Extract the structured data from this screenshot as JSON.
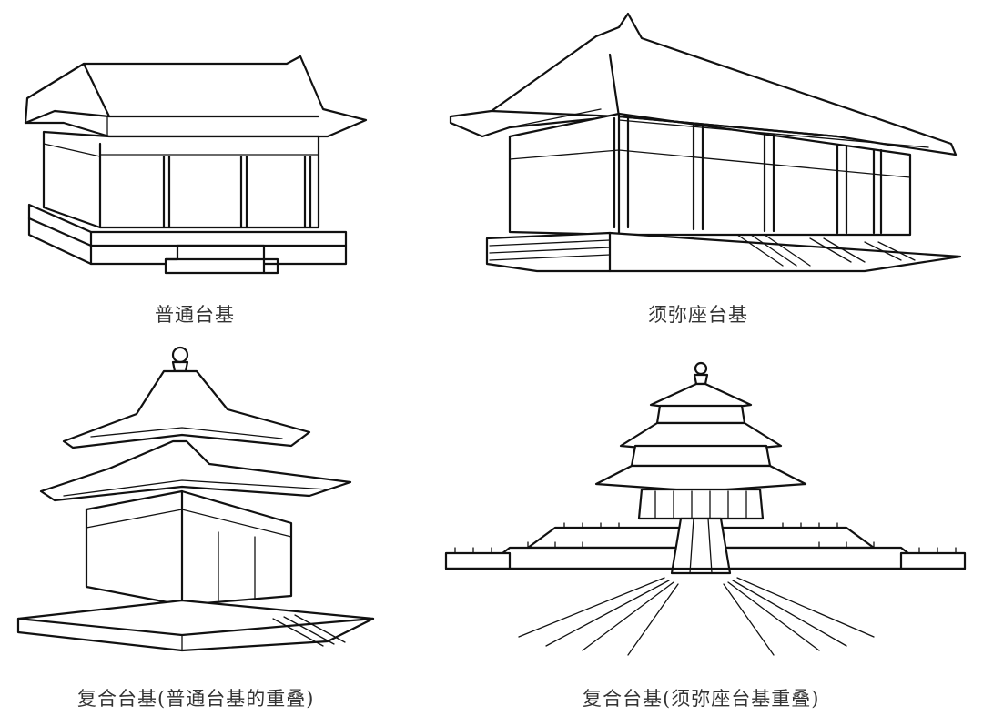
{
  "figure": {
    "captions": {
      "top_left": "普通台基",
      "top_right": "须弥座台基",
      "bottom_left": "复合台基(普通台基的重叠)",
      "bottom_right": "复合台基(须弥座台基重叠)"
    }
  }
}
